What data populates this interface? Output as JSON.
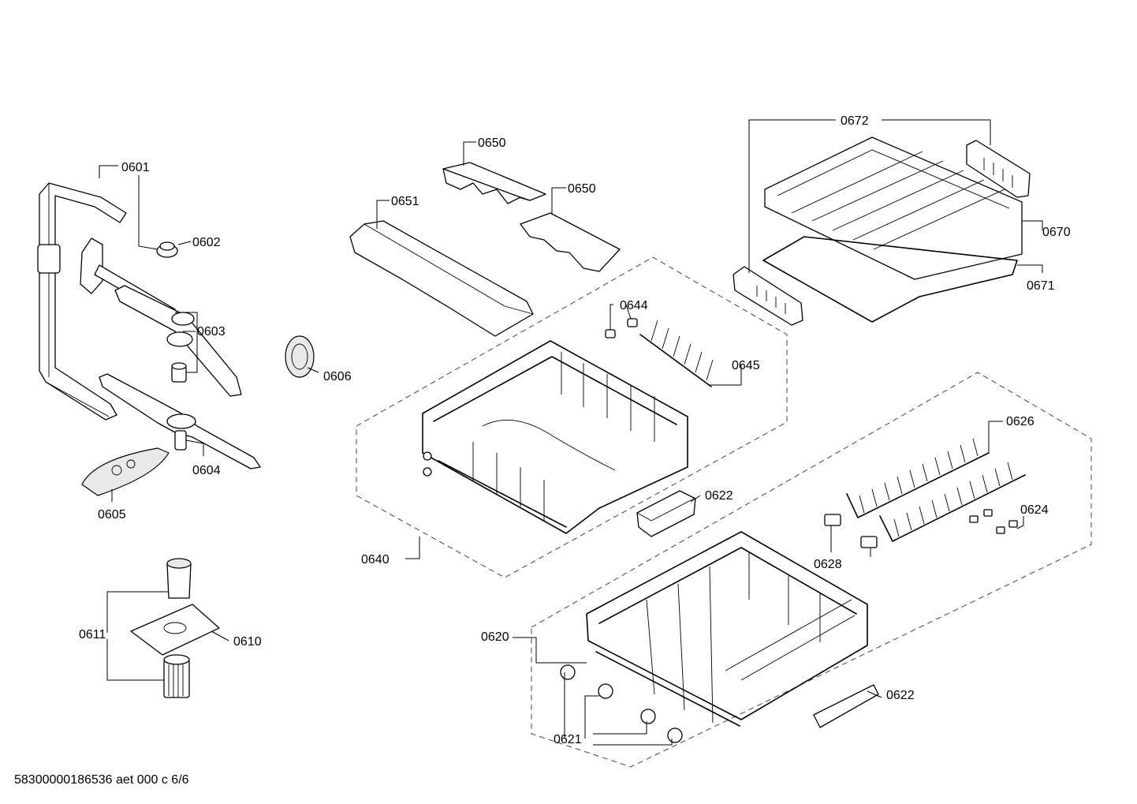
{
  "labels": {
    "l0601": "0601",
    "l0602": "0602",
    "l0603": "0603",
    "l0604": "0604",
    "l0605": "0605",
    "l0606": "0606",
    "l0610": "0610",
    "l0611": "0611",
    "l0620": "0620",
    "l0621": "0621",
    "l0622a": "0622",
    "l0622b": "0622",
    "l0624": "0624",
    "l0626": "0626",
    "l0628": "0628",
    "l0640": "0640",
    "l0644": "0644",
    "l0645": "0645",
    "l0650a": "0650",
    "l0650b": "0650",
    "l0651": "0651",
    "l0670": "0670",
    "l0671": "0671",
    "l0672": "0672"
  },
  "footer": "58300000186536 aet 000 c 6/6"
}
